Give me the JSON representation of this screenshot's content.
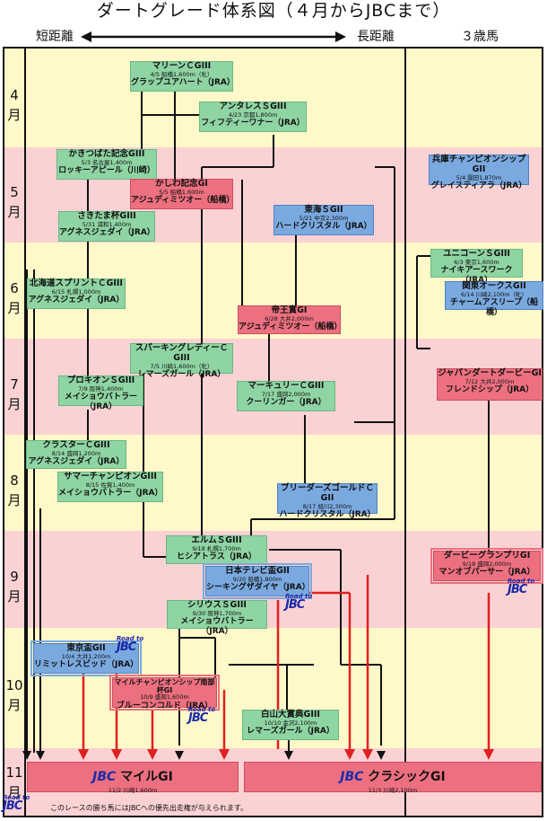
{
  "title": "ダートグレード体系図（４月からJBCまで）",
  "header": {
    "short": "短距離",
    "long": "長距離",
    "age3": "３歳馬"
  },
  "months": [
    {
      "num": "4",
      "unit": "月"
    },
    {
      "num": "5",
      "unit": "月"
    },
    {
      "num": "6",
      "unit": "月"
    },
    {
      "num": "7",
      "unit": "月"
    },
    {
      "num": "8",
      "unit": "月"
    },
    {
      "num": "9",
      "unit": "月"
    },
    {
      "num": "10",
      "unit": "月"
    },
    {
      "num": "11",
      "unit": "月"
    }
  ],
  "colors": {
    "band_yellow": "#fff8c8",
    "band_pink": "#fbd2d4",
    "grade3": "#8fd4a3",
    "grade1": "#ec7080",
    "grade2": "#7aa9e0",
    "road_arrow": "#e02020"
  },
  "races": {
    "marine": {
      "name": "マリーンＣGIII",
      "detail": "4/5 船橋1,600m（牝）",
      "winner": "グラップユアハート（JRA）"
    },
    "antares": {
      "name": "アンタレスＳGIII",
      "detail": "4/23 京都1,800m",
      "winner": "フィフティーワナー（JRA）"
    },
    "kakitsubata": {
      "name": "かきつばた記念GIII",
      "detail": "5/3 名古屋1,400m",
      "winner": "ロッキーアピール（川崎）"
    },
    "kashiwa": {
      "name": "かしわ記念GI",
      "detail": "5/5 船橋1,600m",
      "winner": "アジュディミツオー（船橋）"
    },
    "tokai": {
      "name": "東海ＳGII",
      "detail": "5/21 中京2,300m",
      "winner": "ハードクリスタル（JRA）"
    },
    "sakitama": {
      "name": "さきたま杯GIII",
      "detail": "5/31 浦和1,400m",
      "winner": "アグネスジェダイ（JRA）"
    },
    "hyogo": {
      "name": "兵庫チャンピオンシップGII",
      "detail": "5/4 園田1,870m",
      "winner": "グレイスティアラ（JRA）"
    },
    "hokkaido": {
      "name": "北海道スプリントＣGIII",
      "detail": "6/15 札幌1,000m",
      "winner": "アグネスジェダイ（JRA）"
    },
    "teio": {
      "name": "帝王賞GI",
      "detail": "6/28 大井2,000m",
      "winner": "アジュディミツオー（船橋）"
    },
    "unicorn": {
      "name": "ユニコーンＳGIII",
      "detail": "6/3 東京1,600m",
      "winner": "ナイキアースワーク（JRA）"
    },
    "kanto_oaks": {
      "name": "関東オークスGII",
      "detail": "6/14 川崎2,100m（牝）",
      "winner": "チャームアスリープ（船橋）"
    },
    "sparking": {
      "name": "スパーキングレディーＣGIII",
      "detail": "7/5 川崎1,600m（牝）",
      "winner": "レマーズガール（JRA）"
    },
    "procyon": {
      "name": "プロキオンＳGIII",
      "detail": "7/9 阪神1,400m",
      "winner": "メイショウバトラー（JRA）"
    },
    "mercury": {
      "name": "マーキュリーＣGIII",
      "detail": "7/17 盛岡2,000m",
      "winner": "クーリンガー（JRA）"
    },
    "japan_dirby": {
      "name": "ジャパンダートダービーGI",
      "detail": "7/12 大井2,000m",
      "winner": "フレンドシップ（JRA）"
    },
    "cluster": {
      "name": "クラスターＣGIII",
      "detail": "8/14 盛岡1,200m",
      "winner": "アグネスジェダイ（JRA）"
    },
    "summer": {
      "name": "サマーチャンピオンGIII",
      "detail": "8/15 佐賀1,400m",
      "winner": "メイショウバトラー（JRA）"
    },
    "breeders": {
      "name": "ブリーダーズゴールドＣGII",
      "detail": "8/17 旭川2,300m",
      "winner": "ハードクリスタル（JRA）"
    },
    "elm": {
      "name": "エルムＳGIII",
      "detail": "9/18 札幌1,700m",
      "winner": "ヒシアトラス（JRA）"
    },
    "nittere": {
      "name": "日本テレビ盃GII",
      "detail": "9/20 船橋1,800m",
      "winner": "シーキングザダイヤ（JRA）"
    },
    "derby_gp": {
      "name": "ダービーグランプリGI",
      "detail": "9/18 盛岡2,000m",
      "winner": "マンオブパーサー（JRA）"
    },
    "sirius": {
      "name": "シリウスＳGIII",
      "detail": "9/30 阪神1,700m",
      "winner": "メイショウバトラー（JRA）"
    },
    "tokyo_hai": {
      "name": "東京盃GII",
      "detail": "10/4 大井1,200m",
      "winner": "リミットレスビッド（JRA）"
    },
    "mile_cs": {
      "name": "マイルチャンピオンシップ南部杯GI",
      "detail": "10/9 盛岡1,600m",
      "winner": "ブルーコンコルド（JRA）"
    },
    "hakusan": {
      "name": "白山大賞典GIII",
      "detail": "10/10 金沢2,100m",
      "winner": "レマーズガール（JRA）"
    }
  },
  "finals": {
    "mile": {
      "name": "マイルGI",
      "detail": "11/2 川崎1,600m"
    },
    "classic": {
      "name": "クラシックGI",
      "detail": "11/3 川崎2,100m"
    }
  },
  "logo": {
    "road": "Road to",
    "jbc": "JBC"
  },
  "note": "このレースの勝ち馬にはJBCへの優先出走権が与えられます。"
}
